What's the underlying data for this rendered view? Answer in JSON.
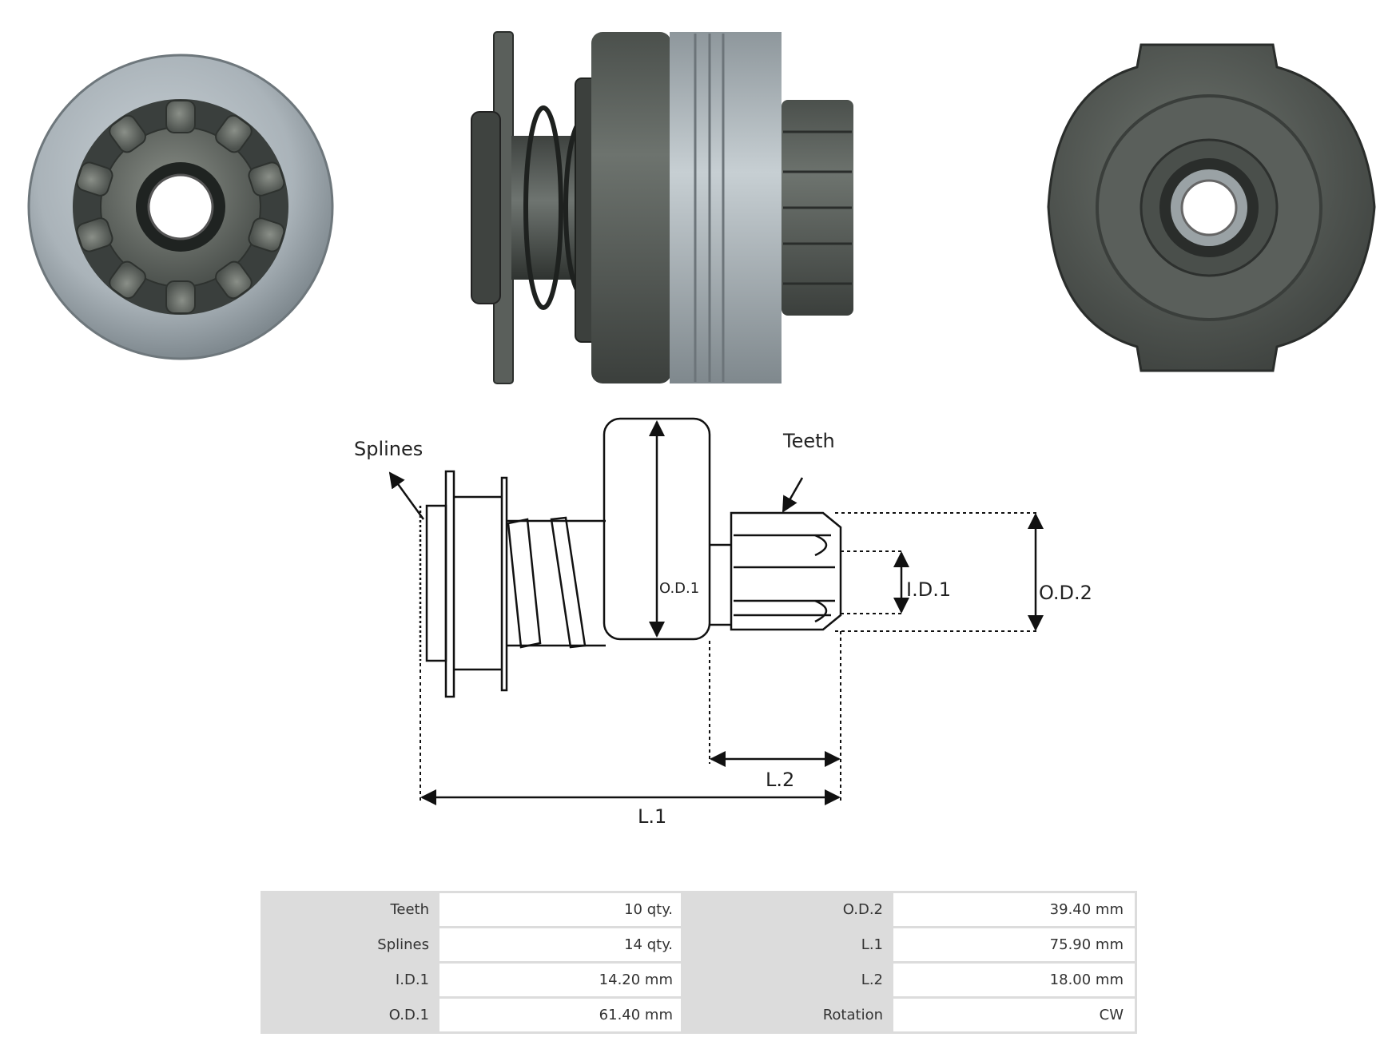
{
  "diagram": {
    "labels": {
      "splines": "Splines",
      "teeth": "Teeth",
      "od1": "O.D.1",
      "id1": "I.D.1",
      "od2": "O.D.2",
      "l1": "L.1",
      "l2": "L.2"
    }
  },
  "specs": {
    "rows": [
      {
        "left_key": "Teeth",
        "left_value": "10 qty.",
        "right_key": "O.D.2",
        "right_value": "39.40 mm"
      },
      {
        "left_key": "Splines",
        "left_value": "14 qty.",
        "right_key": "L.1",
        "right_value": "75.90 mm"
      },
      {
        "left_key": "I.D.1",
        "left_value": "14.20 mm",
        "right_key": "L.2",
        "right_value": "18.00 mm"
      },
      {
        "left_key": "O.D.1",
        "left_value": "61.40 mm",
        "right_key": "Rotation",
        "right_value": "CW"
      }
    ]
  }
}
